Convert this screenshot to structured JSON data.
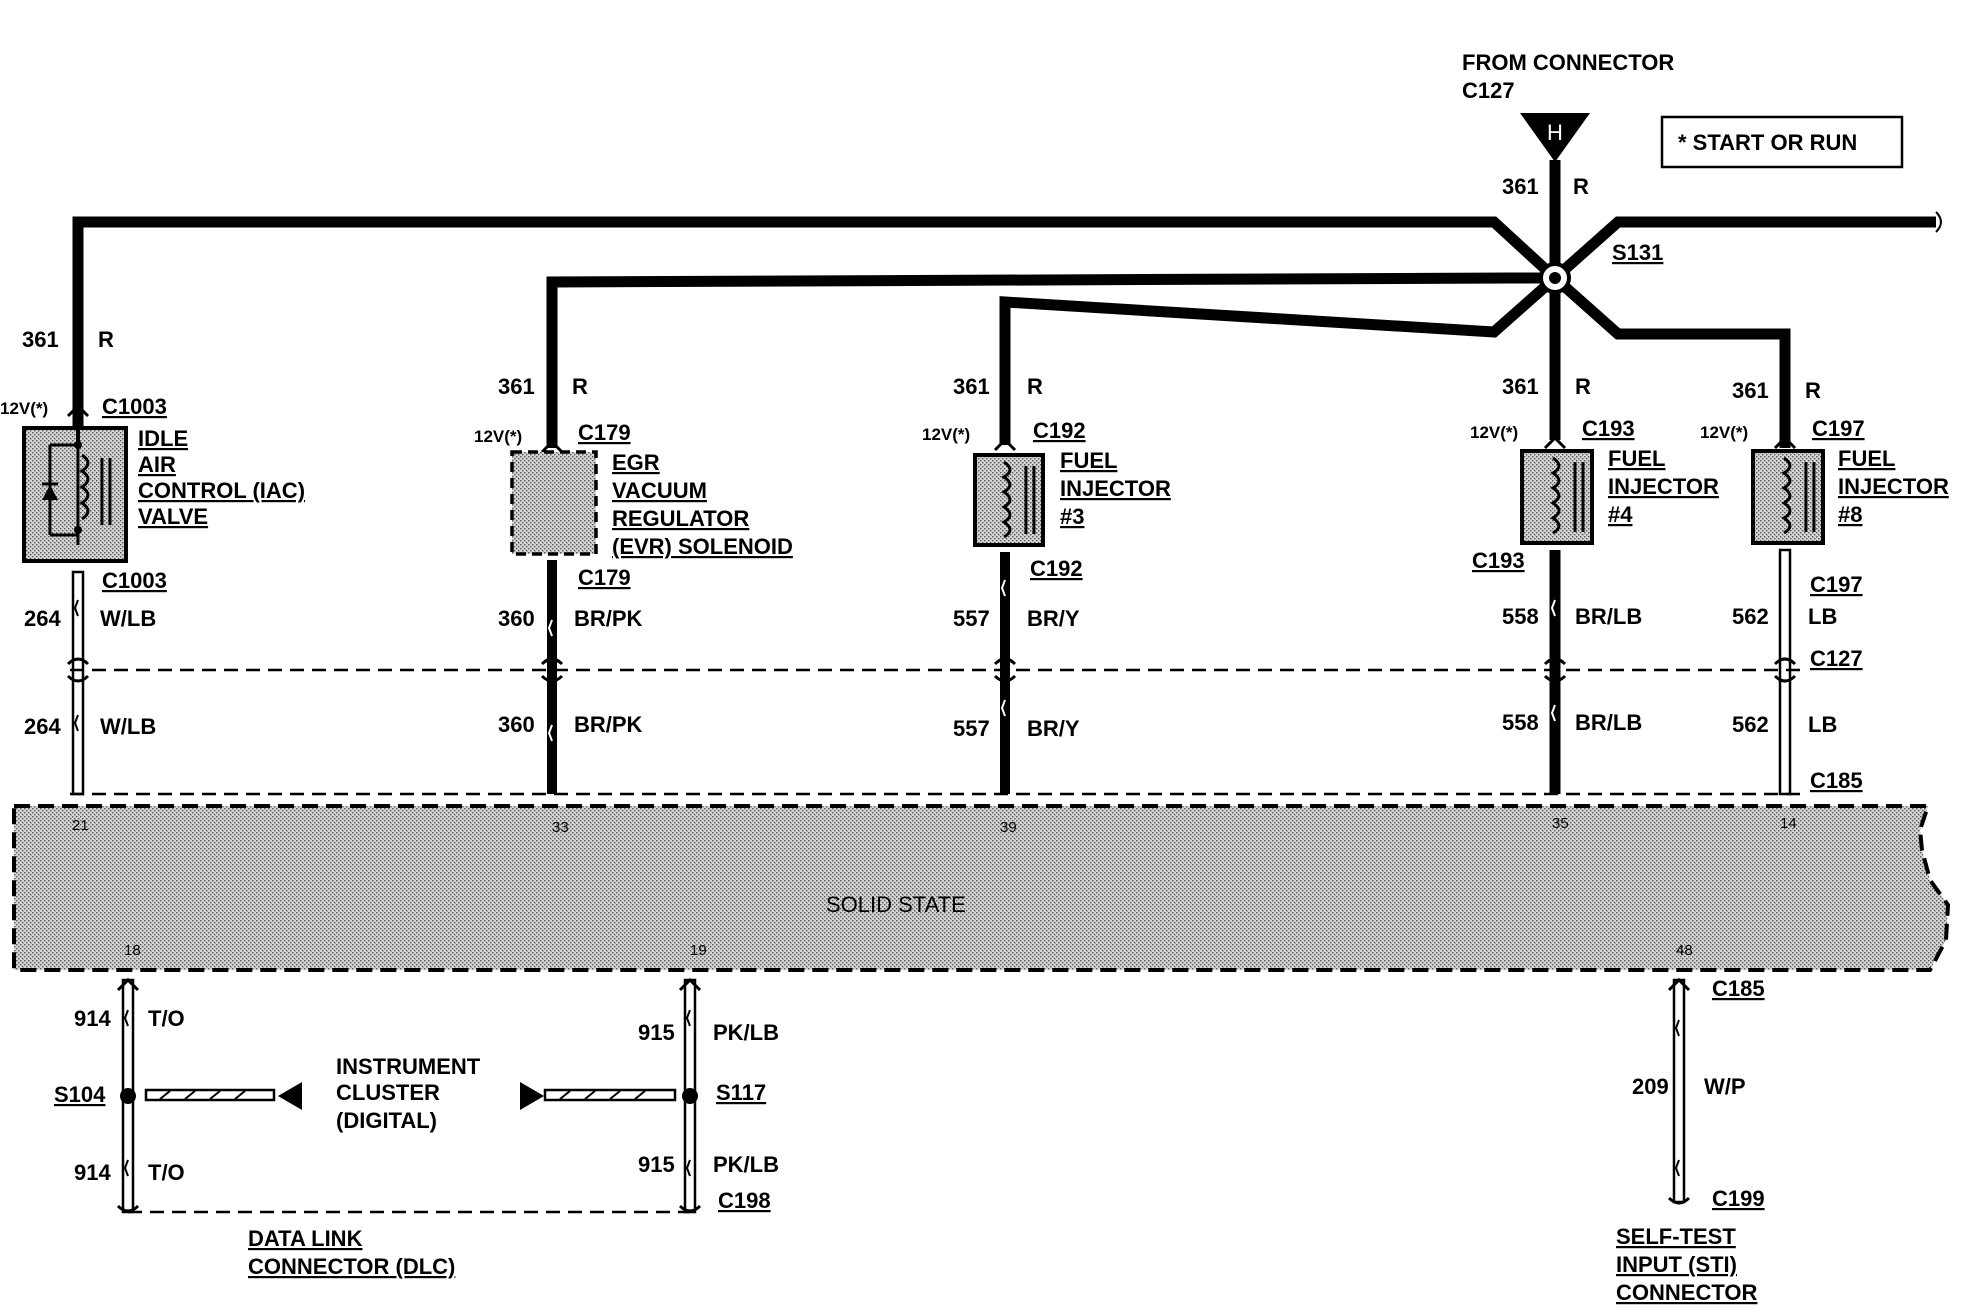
{
  "source": {
    "from_connector": "FROM CONNECTOR",
    "connector": "C127",
    "pin": "H",
    "circuit": "361",
    "color": "R"
  },
  "note": "* START OR RUN",
  "splice": "S131",
  "feed_labels": {
    "circuit": "361",
    "color": "R",
    "voltage": "12V(*)"
  },
  "components": [
    {
      "connector": "C1003",
      "lines": [
        "IDLE",
        "AIR",
        "CONTROL (IAC)",
        "VALVE"
      ],
      "bottom_connector": "C1003",
      "circuit": "264",
      "color": "W/LB",
      "pin": "21"
    },
    {
      "connector": "C179",
      "lines": [
        "EGR",
        "VACUUM",
        "REGULATOR",
        "(EVR) SOLENOID"
      ],
      "bottom_connector": "C179",
      "circuit": "360",
      "color": "BR/PK",
      "pin": "33"
    },
    {
      "connector": "C192",
      "lines": [
        "FUEL",
        "INJECTOR",
        "#3"
      ],
      "bottom_connector": "C192",
      "circuit": "557",
      "color": "BR/Y",
      "pin": "39"
    },
    {
      "connector": "C193",
      "lines": [
        "FUEL",
        "INJECTOR",
        "#4"
      ],
      "bottom_connector": "C193",
      "circuit": "558",
      "color": "BR/LB",
      "pin": "35"
    },
    {
      "connector": "C197",
      "lines": [
        "FUEL",
        "INJECTOR",
        "#8"
      ],
      "bottom_connector": "C197",
      "circuit": "562",
      "color": "LB",
      "pin": "14"
    }
  ],
  "inline_connectors": {
    "upper": "C127",
    "lower": "C185"
  },
  "module": {
    "label": "SOLID STATE",
    "pins_bottom": [
      "18",
      "19",
      "48"
    ]
  },
  "data_link": {
    "left": {
      "circuit": "914",
      "color": "T/O",
      "splice": "S104"
    },
    "right": {
      "circuit": "915",
      "color": "PK/LB",
      "splice": "S117"
    },
    "cluster": [
      "INSTRUMENT",
      "CLUSTER",
      "(DIGITAL)"
    ],
    "connector": "C198",
    "dlc": [
      "DATA LINK",
      "CONNECTOR (DLC)"
    ]
  },
  "self_test": {
    "connector_top": "C185",
    "circuit": "209",
    "color": "W/P",
    "connector_bottom": "C199",
    "lines": [
      "SELF-TEST",
      "INPUT (STI)",
      "CONNECTOR"
    ]
  }
}
